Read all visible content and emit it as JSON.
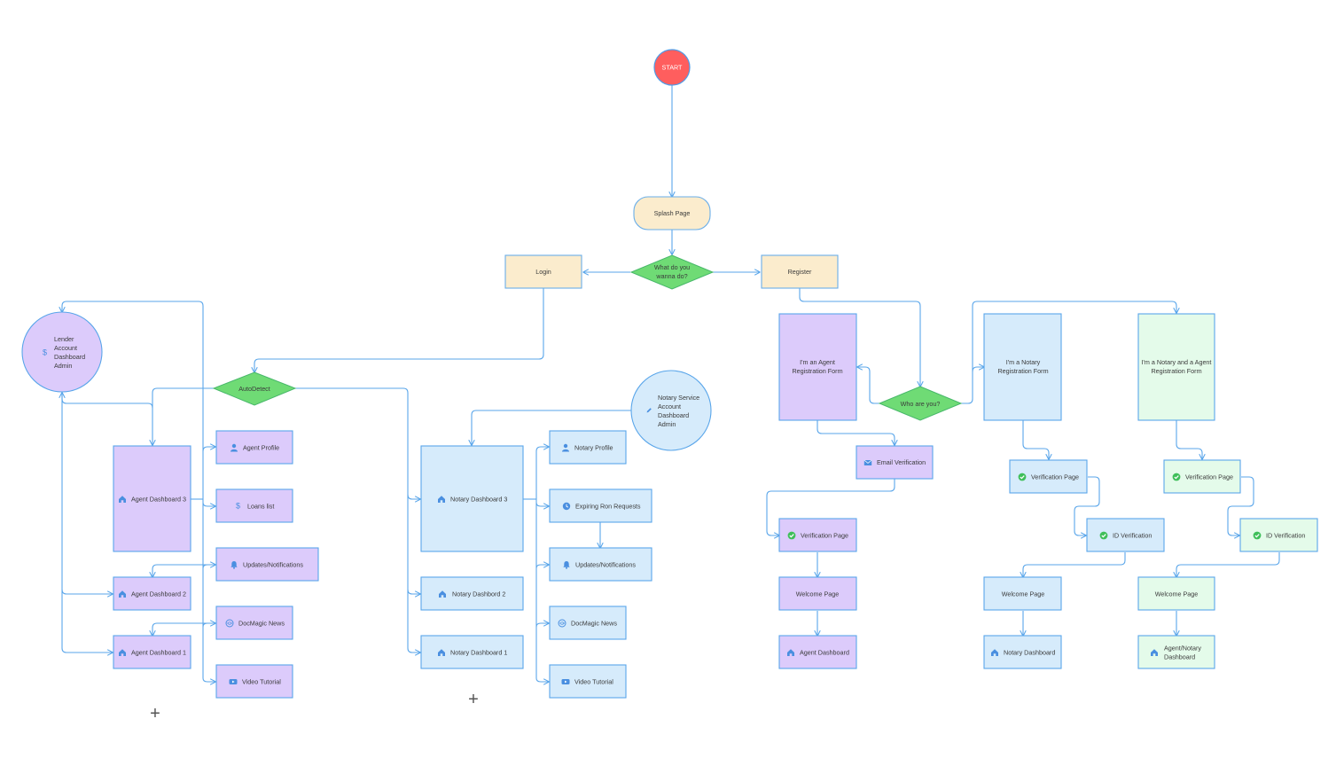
{
  "colors": {
    "edge": "#5aa6ea",
    "start_fill": "#ff5e5e",
    "start_stroke": "#4f9be6",
    "tan_fill": "#fbeccd",
    "tan_stroke": "#6aaee9",
    "diamond_fill": "#6fdb75",
    "diamond_stroke": "#48b86a",
    "purple_fill": "#dccbfb",
    "purple_stroke": "#5aa6ea",
    "blue_fill": "#d6ebfb",
    "blue_stroke": "#5aa6ea",
    "green_fill": "#e4fbea",
    "green_stroke": "#5aa6ea",
    "icon_blue": "#4a8fe0",
    "icon_green": "#3fbf5a"
  },
  "nodes": {
    "start": "START",
    "splash": "Splash Page",
    "what_do": [
      "What do you",
      "wanna do?"
    ],
    "login": "Login",
    "register": "Register",
    "lender": [
      "Lender",
      "Account",
      "Dashboard",
      "Admin"
    ],
    "autodetect": "AutoDetect",
    "agent_dash3": "Agent Dashboard 3",
    "agent_dash2": "Agent Dashboard 2",
    "agent_dash1": "Agent Dashboard 1",
    "agent_profile": "Agent Profile",
    "loans_list": "Loans list",
    "agent_updates": "Updates/Notifications",
    "agent_news": "DocMagic News",
    "agent_video": "Video Tutorial",
    "notary_service": [
      "Notary Service",
      "Account",
      "Dashboard",
      "Admin"
    ],
    "notary_dash3": "Notary Dashboard 3",
    "notary_dash2": "Notary Dashbord 2",
    "notary_dash1": "Notary Dashboard 1",
    "notary_profile": "Notary Profile",
    "expiring": "Expiring Ron Requests",
    "notary_updates": "Updates/Notifications",
    "notary_news": "DocMagic News",
    "notary_video": "Video Tutorial",
    "who": "Who are you?",
    "agent_reg": [
      "I'm an Agent",
      "Registration Form"
    ],
    "notary_reg": [
      "I'm a Notary",
      "Registration Form"
    ],
    "both_reg": [
      "I'm a Notary and a Agent",
      "Registration Form"
    ],
    "email_ver": "Email Verification",
    "agent_ver": "Verification Page",
    "agent_welcome": "Welcome Page",
    "agent_dashboard": "Agent Dashboard",
    "notary_ver": "Verification Page",
    "notary_id": "ID Verification",
    "notary_welcome": "Welcome Page",
    "notary_dashboard": "Notary Dashboard",
    "both_ver": "Verification Page",
    "both_id": "ID Verification",
    "both_welcome": "Welcome Page",
    "both_dashboard": [
      "Agent/Notary",
      "Dashboard"
    ]
  },
  "plus_symbol": "+"
}
